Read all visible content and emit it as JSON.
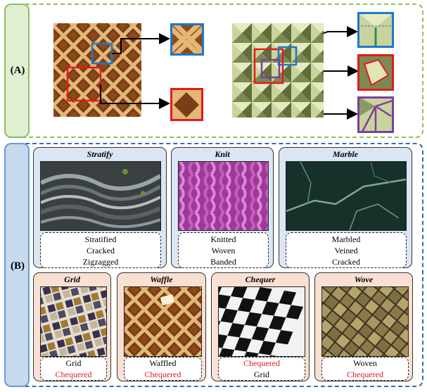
{
  "panel_a": {
    "label": "(A)"
  },
  "panel_b": {
    "label": "(B)",
    "top_row": [
      {
        "title": "Stratify",
        "attributes": [
          {
            "text": "Stratified",
            "color": "#000000"
          },
          {
            "text": "Cracked",
            "color": "#000000"
          },
          {
            "text": "Zigzagged",
            "color": "#000000"
          }
        ]
      },
      {
        "title": "Knit",
        "attributes": [
          {
            "text": "Knitted",
            "color": "#000000"
          },
          {
            "text": "Woven",
            "color": "#000000"
          },
          {
            "text": "Banded",
            "color": "#000000"
          }
        ]
      },
      {
        "title": "Marble",
        "attributes": [
          {
            "text": "Marbled",
            "color": "#000000"
          },
          {
            "text": "Veined",
            "color": "#000000"
          },
          {
            "text": "Cracked",
            "color": "#000000"
          }
        ]
      }
    ],
    "bottom_row": [
      {
        "title": "Grid",
        "attributes": [
          {
            "text": "Grid",
            "color": "#000000"
          },
          {
            "text": "Chequered",
            "color": "#e41a1c"
          }
        ]
      },
      {
        "title": "Waffle",
        "attributes": [
          {
            "text": "Waffled",
            "color": "#000000"
          },
          {
            "text": "Chequered",
            "color": "#e41a1c"
          }
        ]
      },
      {
        "title": "Chequer",
        "attributes": [
          {
            "text": "Chequered",
            "color": "#e41a1c"
          },
          {
            "text": "Grid",
            "color": "#000000"
          }
        ]
      },
      {
        "title": "Wove",
        "attributes": [
          {
            "text": "Woven",
            "color": "#000000"
          },
          {
            "text": "Chequered",
            "color": "#e41a1c"
          }
        ]
      }
    ]
  },
  "colors": {
    "panel_a_border": "#8dc05c",
    "panel_b_border": "#2f6fb5",
    "highlight_blue": "#1f78c8",
    "highlight_red": "#e41a1c",
    "highlight_purple": "#7b3fa0"
  }
}
